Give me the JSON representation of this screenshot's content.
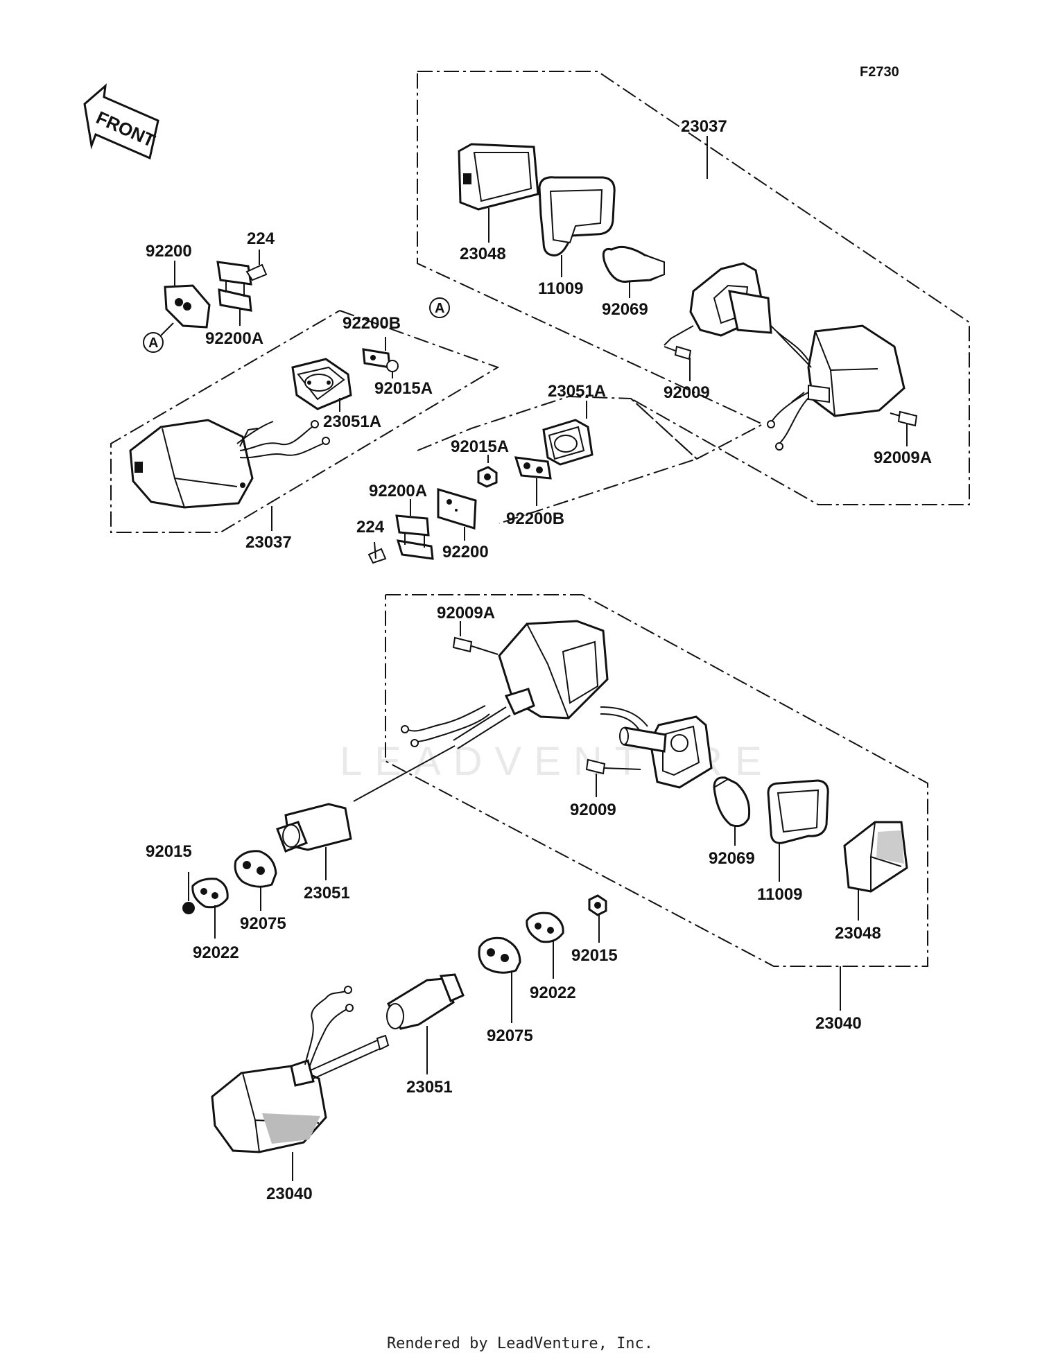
{
  "figure_code": "F2730",
  "front_label": "FRONT",
  "ref_marker": "A",
  "watermark": "LEADVENTURE",
  "footer": "Rendered by LeadVenture, Inc.",
  "callouts": {
    "c_23037_top": "23037",
    "c_23048_top": "23048",
    "c_11009_top": "11009",
    "c_92069_top": "92069",
    "c_92009_top": "92009",
    "c_92009A_top": "92009A",
    "c_23051A_r": "23051A",
    "c_92015A_r": "92015A",
    "c_92200B_r": "92200B",
    "c_92200A_m": "92200A",
    "c_224_m": "224",
    "c_92200_m": "92200",
    "c_92200_l": "92200",
    "c_224_l": "224",
    "c_92200A_l": "92200A",
    "c_92200B_l": "92200B",
    "c_92015A_l": "92015A",
    "c_23051A_l": "23051A",
    "c_23037_l": "23037",
    "c_92009A_b": "92009A",
    "c_92009_b": "92009",
    "c_92069_b": "92069",
    "c_11009_b": "11009",
    "c_23048_b": "23048",
    "c_23040_r": "23040",
    "c_92015_l": "92015",
    "c_92022_l": "92022",
    "c_92075_l": "92075",
    "c_23051_l": "23051",
    "c_92015_r": "92015",
    "c_92022_r": "92022",
    "c_92075_r": "92075",
    "c_23051_r": "23051",
    "c_23040_b": "23040"
  }
}
